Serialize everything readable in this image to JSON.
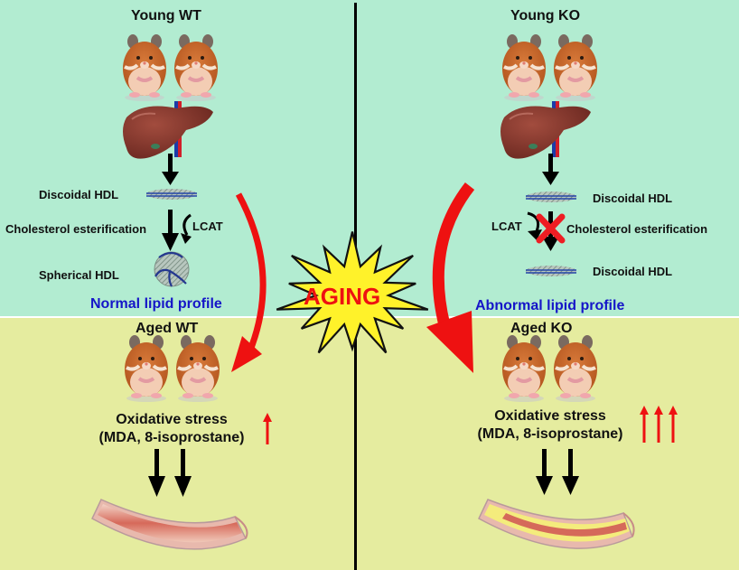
{
  "colors": {
    "top_background": "#b2ecd1",
    "bottom_background": "#e5ec9f",
    "profile_text": "#1515c8",
    "aging_red": "#ee1111",
    "starburst": "#fff22a"
  },
  "center": {
    "label": "AGING"
  },
  "left": {
    "young_title": "Young WT",
    "aged_title": "Aged WT",
    "discoidal_label": "Discoidal HDL",
    "process_label": "Cholesterol esterification",
    "enzyme_label": "LCAT",
    "product_label": "Spherical HDL",
    "profile_label": "Normal lipid profile",
    "stress_line1": "Oxidative stress",
    "stress_line2": "(MDA, 8-isoprostane)",
    "stress_increase_arrows": 1,
    "vessel_state": "healthy"
  },
  "right": {
    "young_title": "Young KO",
    "aged_title": "Aged KO",
    "discoidal_label": "Discoidal HDL",
    "process_label": "Cholesterol esterification",
    "enzyme_label": "LCAT",
    "product_label": "Discoidal HDL",
    "process_blocked": true,
    "profile_label": "Abnormal lipid profile",
    "stress_line1": "Oxidative stress",
    "stress_line2": "(MDA, 8-isoprostane)",
    "stress_increase_arrows": 3,
    "vessel_state": "atherosclerotic plaque"
  },
  "icons": [
    "hamster-icon",
    "liver-icon",
    "discoidal-hdl-icon",
    "spherical-hdl-icon",
    "blocked-x-icon",
    "starburst-icon",
    "artery-icon"
  ]
}
